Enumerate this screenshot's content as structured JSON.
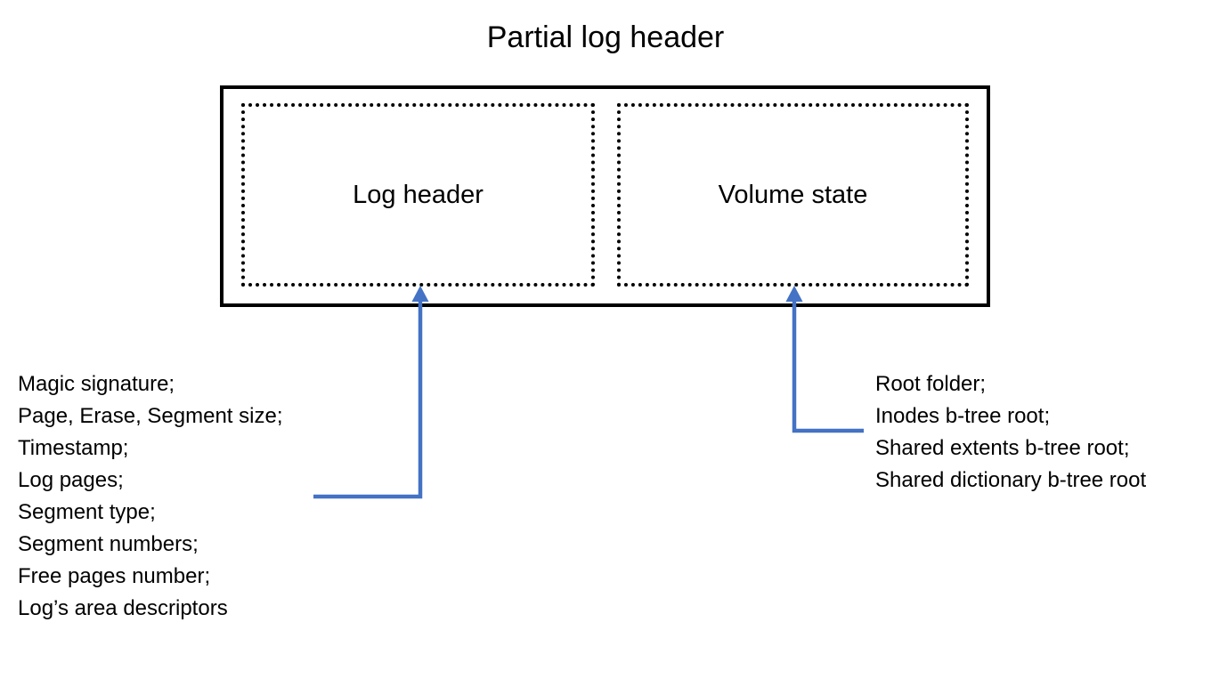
{
  "title": "Partial log header",
  "diagram": {
    "boxes": {
      "log_header": "Log header",
      "volume_state": "Volume state"
    },
    "annotations": {
      "left": {
        "lines": [
          "Magic signature;",
          "Page, Erase, Segment size;",
          "Timestamp;",
          "Log pages;",
          "Segment type;",
          "Segment numbers;",
          "Free pages number;",
          "Log’s area descriptors"
        ]
      },
      "right": {
        "lines": [
          "Root folder;",
          "Inodes b-tree root;",
          "Shared extents b-tree root;",
          "Shared dictionary b-tree root"
        ]
      }
    },
    "colors": {
      "arrow": "#4472C4",
      "border": "#000000"
    }
  }
}
